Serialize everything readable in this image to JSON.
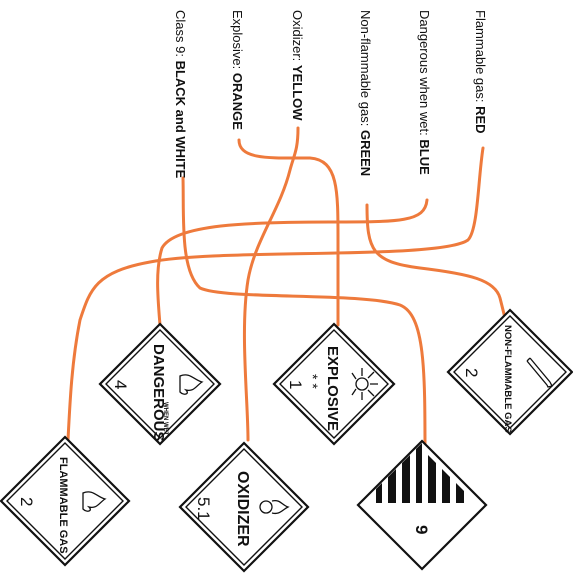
{
  "labels": [
    {
      "id": "class9",
      "prefix": "Class 9: ",
      "value": "BLACK and WHITE"
    },
    {
      "id": "explosive",
      "prefix": "Explosive: ",
      "value": "ORANGE"
    },
    {
      "id": "oxidizer",
      "prefix": "Oxidizer: ",
      "value": "YELLOW"
    },
    {
      "id": "nonflam",
      "prefix": "Non-flammable gas: ",
      "value": "GREEN"
    },
    {
      "id": "dangerous",
      "prefix": "Dangerous when wet: ",
      "value": "BLUE"
    },
    {
      "id": "flamgas",
      "prefix": "Flammable gas: ",
      "value": "RED"
    }
  ],
  "placards": {
    "flammable_gas": {
      "title": "FLAMMABLE GAS",
      "number": "2",
      "symbol": "flame-icon"
    },
    "dangerous_when_wet": {
      "title": "DANGEROUS",
      "subtitle": "WHEN WET",
      "number": "4",
      "symbol": "flame-icon"
    },
    "oxidizer": {
      "title": "OXIDIZER",
      "number": "5.1",
      "symbol": "flame-over-circle-icon"
    },
    "explosive": {
      "title": "EXPLOSIVE",
      "stars": "* *",
      "number": "1",
      "symbol": "exploding-bomb-icon"
    },
    "class9": {
      "number": "9",
      "symbol": "vertical-stripes-icon"
    },
    "non_flammable_gas": {
      "title": "NON-FLAMMABLE GAS",
      "number": "2",
      "symbol": "gas-cylinder-icon"
    }
  },
  "colors": {
    "connector": "#ee7a3c",
    "ink": "#111111",
    "background": "#ffffff"
  }
}
